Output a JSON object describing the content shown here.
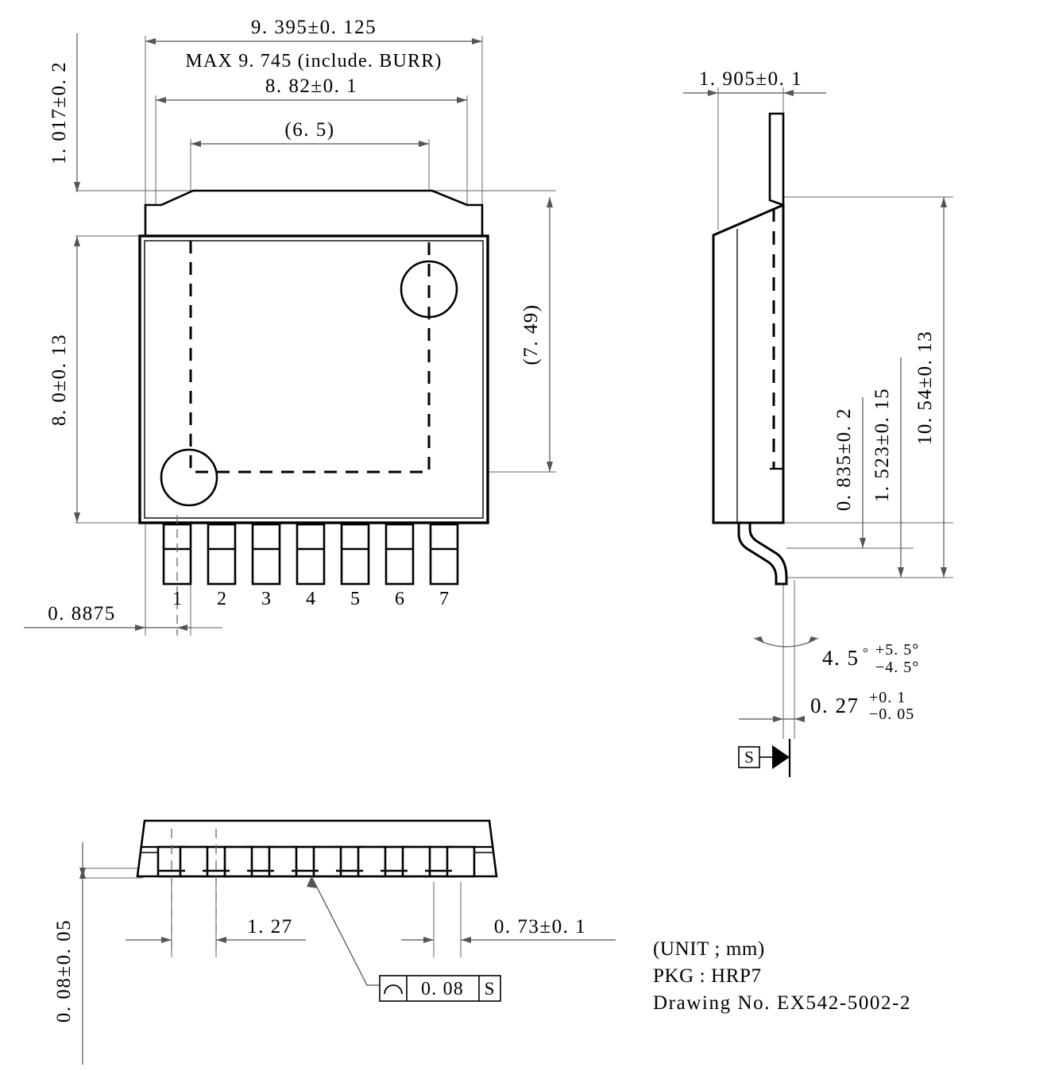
{
  "drawing": {
    "unit_note": "(UNIT ; mm)",
    "package_note": "PKG : HRP7",
    "drawing_no_note": "Drawing No. EX542-5002-2",
    "colors": {
      "outline": "#000000",
      "dimension_line": "#555555",
      "hidden_line": "#000000",
      "center_line": "#888888",
      "background": "#ffffff"
    }
  },
  "top_view": {
    "dims": {
      "overall_width": "9. 395±0. 125",
      "max_width_note": "MAX  9. 745 (include. BURR)",
      "body_width": "8. 82±0. 1",
      "inner_width": "(6. 5)",
      "lead_tip_height": "1. 017±0. 2",
      "body_height": "8. 0±0. 13",
      "inner_height": "(7. 49)",
      "pin1_offset": "0. 8875"
    },
    "pins": [
      "1",
      "2",
      "3",
      "4",
      "5",
      "6",
      "7"
    ]
  },
  "side_view": {
    "dims": {
      "body_thickness": "1. 905±0. 1",
      "standoff": "0. 835±0. 2",
      "seating": "1. 523±0. 15",
      "overall_length": "10. 54±0. 13",
      "lead_angle": "4. 5",
      "lead_angle_deg": "°",
      "lead_angle_tol_upper": "+5. 5°",
      "lead_angle_tol_lower": "−4. 5°",
      "lead_thickness": "0. 27",
      "lead_thickness_tol_upper": "+0. 1",
      "lead_thickness_tol_lower": "−0. 05"
    },
    "datum_label": "S"
  },
  "bottom_view": {
    "dims": {
      "coplanarity": "0. 08±0. 05",
      "pin_pitch": "1. 27",
      "lead_width": "0. 73±0. 1"
    },
    "feature_control_frame": {
      "symbol_name": "profile-of-a-line-icon",
      "tolerance": "0. 08",
      "datum": "S"
    }
  }
}
